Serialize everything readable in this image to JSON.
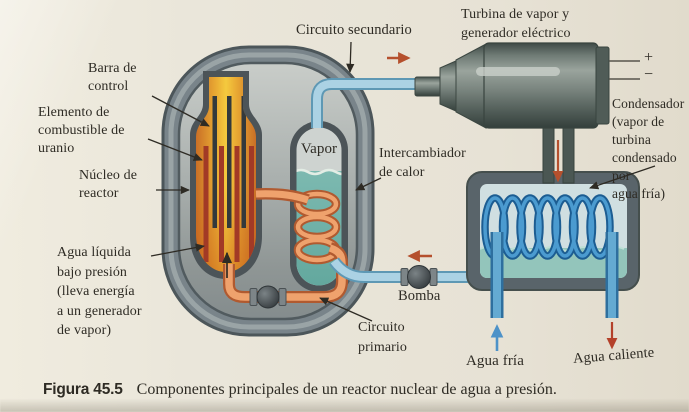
{
  "figure": {
    "caption_label": "Figura 45.5",
    "caption_text": "Componentes principales de un reactor nuclear de agua a presión."
  },
  "labels": {
    "circuito_secundario": "Circuito secundario",
    "turbina": "Turbina de vapor y\ngenerador eléctrico",
    "barra_control": "Barra de\ncontrol",
    "elemento_combustible": "Elemento de\ncombustible de\nuranio",
    "nucleo_reactor": "Núcleo de\nreactor",
    "agua_liquida": "Agua líquida\nbajo presión\n(lleva energía\na un generador\nde vapor)",
    "vapor": "Vapor",
    "intercambiador": "Intercambiador\nde calor",
    "condensador": "Condensador\n(vapor de turbina\ncondensado por\nagua fría)",
    "bomba": "Bomba",
    "circuito_primario": "Circuito\nprimario",
    "agua_fria": "Agua fría",
    "agua_caliente": "Agua caliente",
    "plus": "+",
    "minus": "−"
  },
  "icons": {
    "pump_valve": "circle-valve-with-flanges",
    "flow_arrows": [
      "right-red",
      "left-red",
      "down-red",
      "up-blue",
      "down-red-outlet",
      "up-black-core"
    ],
    "pointer_arrows": "thin-black-label-pointers"
  },
  "colors": {
    "paper": "#e9e5d8",
    "containment_wall": "#59646a",
    "core_hot": "#f5ca3e",
    "core_edge": "#c96f26",
    "fuel_rod": "#a23a26",
    "control_rod": "#33393c",
    "primary_pipe": "#eda06b",
    "secondary_pipe": "#abd2e4",
    "steam_water": "#74b5ab",
    "condenser_coil": "#4b9bd0",
    "turbine_metal": "#6e7975",
    "arrow_red": "#b5502d",
    "arrow_blue": "#4d92c8",
    "text": "#2e2b24"
  }
}
